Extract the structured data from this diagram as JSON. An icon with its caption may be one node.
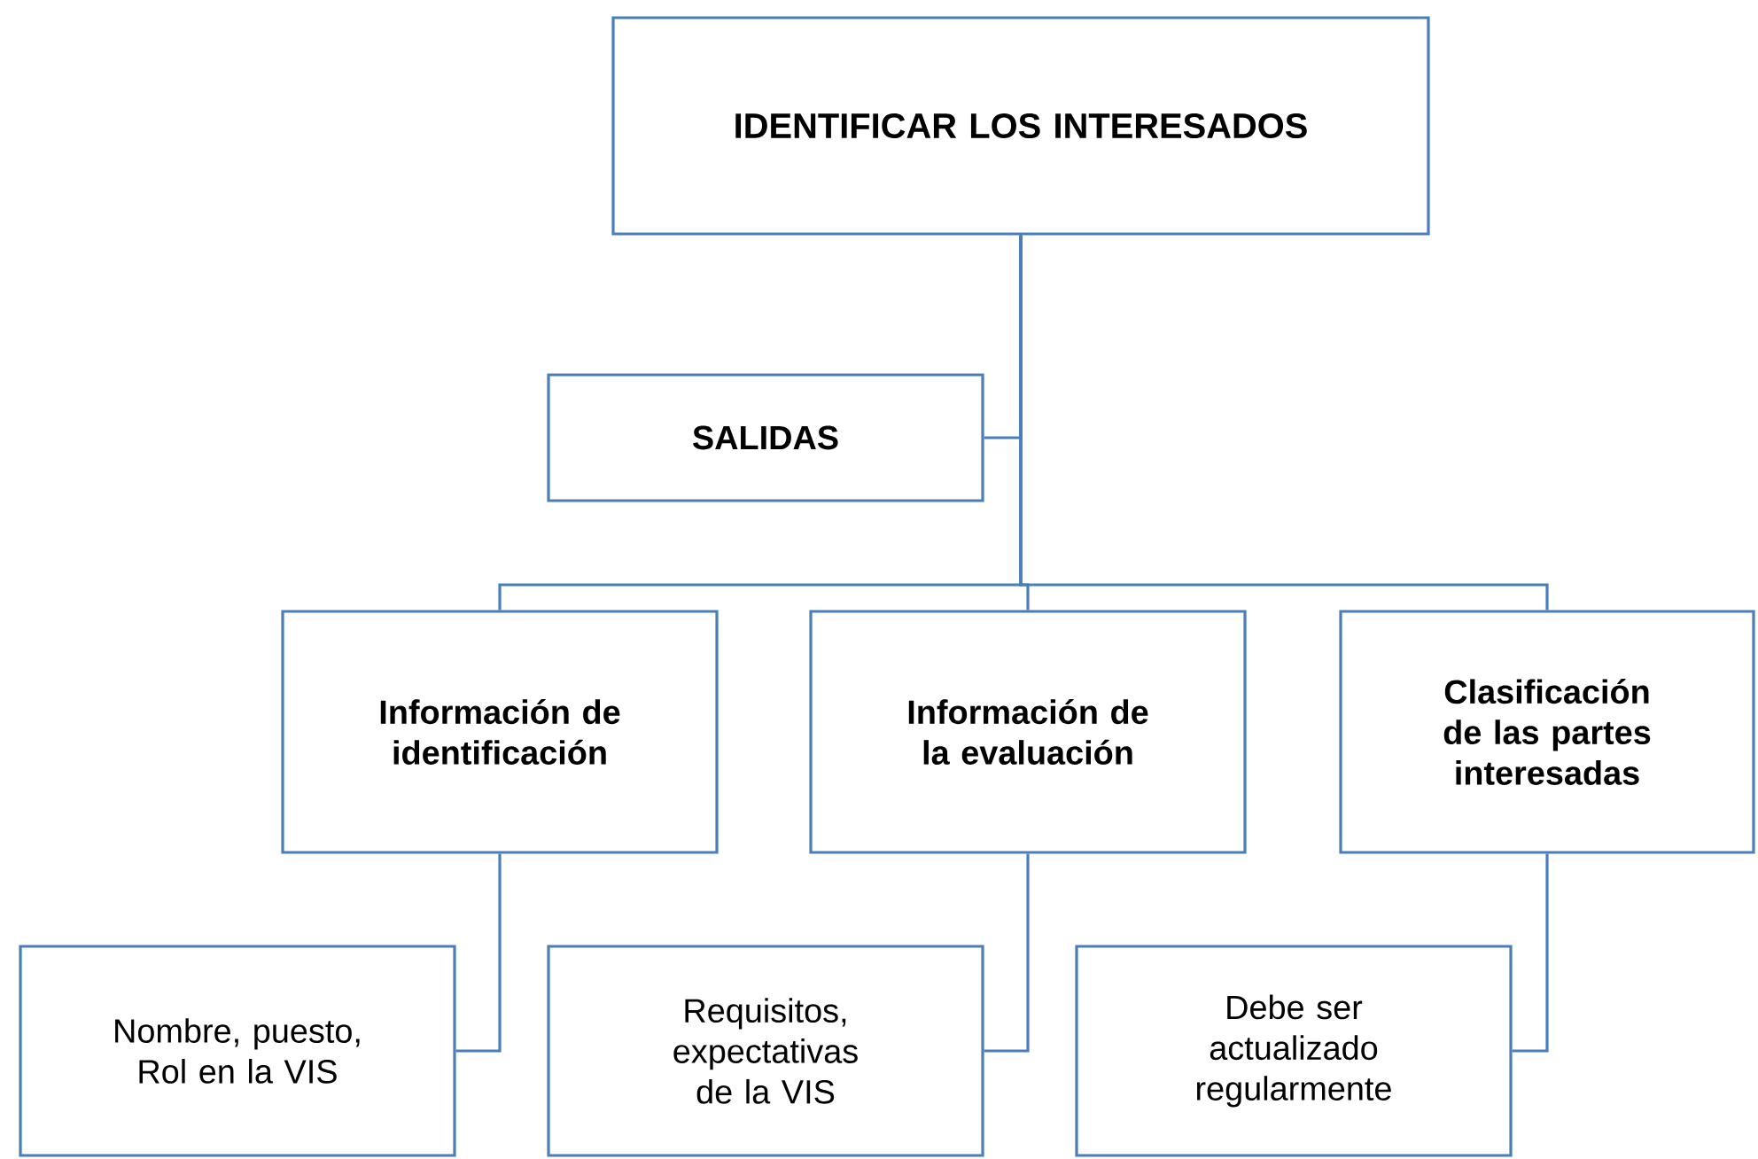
{
  "diagram": {
    "nodes": [
      {
        "text": [
          "IDENTIFICAR LOS INTERESADOS"
        ]
      },
      {
        "text": [
          "SALIDAS"
        ]
      },
      {
        "text": [
          "Información de identificación"
        ]
      },
      {
        "text": [
          "Información de la evaluación"
        ]
      },
      {
        "text": [
          "Clasificación de las partes interesadas"
        ]
      },
      {
        "text": [
          "Nombre, puesto, Rol en la VIS"
        ]
      },
      {
        "text": [
          "Requisitos, expectativas de la VIS"
        ]
      },
      {
        "text": [
          "Debe ser actualizado regularmente"
        ]
      }
    ],
    "edges": [
      {
        "from": 0,
        "to": 1,
        "arrow": "none"
      },
      {
        "from": 0,
        "to": 2,
        "arrow": "none"
      },
      {
        "from": 0,
        "to": 3,
        "arrow": "none"
      },
      {
        "from": 0,
        "to": 4,
        "arrow": "none"
      },
      {
        "from": 2,
        "to": 5,
        "arrow": "none"
      },
      {
        "from": 3,
        "to": 6,
        "arrow": "none"
      },
      {
        "from": 4,
        "to": 7,
        "arrow": "none"
      }
    ]
  }
}
